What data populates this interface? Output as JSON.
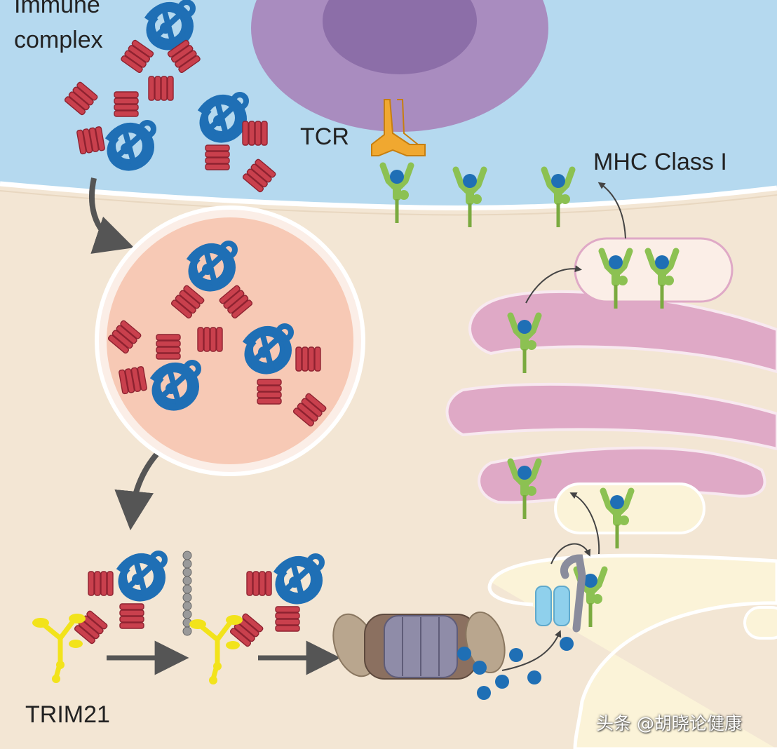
{
  "labels": {
    "immune_complex": [
      "Immune",
      "complex"
    ],
    "tcr": "TCR",
    "mhc_class_i": "MHC Class I",
    "trim21": "TRIM21"
  },
  "watermark": "头条 @胡晓论健康",
  "colors": {
    "extracellular": "#b5d9ef",
    "cytoplasm": "#f3e6d4",
    "t_cell": "#a98cbf",
    "antibody": "#c9404d",
    "antigen": "#1f6fb5",
    "mhc": "#8cc152",
    "tcr": "#f0a830",
    "trim21": "#f2e31b",
    "er_golgi": "#dfa9c6",
    "proteasome": "#8b7060",
    "tap": "#8fd0ec"
  }
}
